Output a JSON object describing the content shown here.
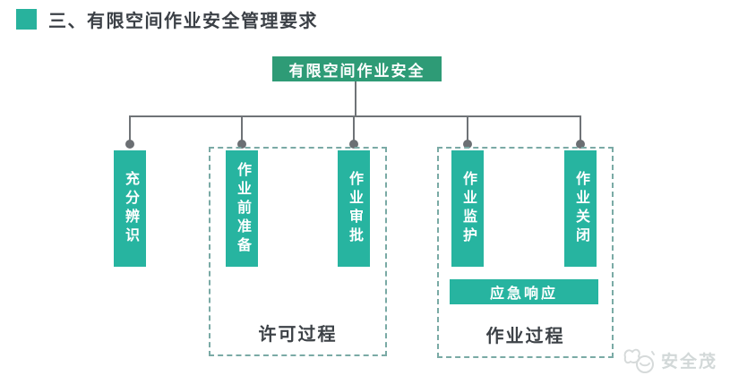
{
  "header": {
    "bullet_icon": "teal-square",
    "title": "三、有限空间作业安全管理要求"
  },
  "diagram": {
    "root": {
      "label": "有限空间作业安全"
    },
    "bars": [
      {
        "label": "充分辨识"
      },
      {
        "label": "作业前准备"
      },
      {
        "label": "作业审批"
      },
      {
        "label": "作业监护"
      },
      {
        "label": "作业关闭"
      }
    ],
    "emergency": {
      "label": "应急响应"
    },
    "groups": [
      {
        "label": "许可过程"
      },
      {
        "label": "作业过程"
      }
    ]
  },
  "watermark": {
    "brand": "安全茂",
    "mascot_icon": "mascot-doodle"
  },
  "colors": {
    "root_box": "#2e9b76",
    "bar_teal": "#27b4a0",
    "bullet_teal": "#28b29d",
    "connector_gray": "#6f7377",
    "dashed_border": "#7aaaa5",
    "title_text": "#3b4046",
    "group_label_text": "#3d4247",
    "watermark_text": "#d2d8d8"
  }
}
